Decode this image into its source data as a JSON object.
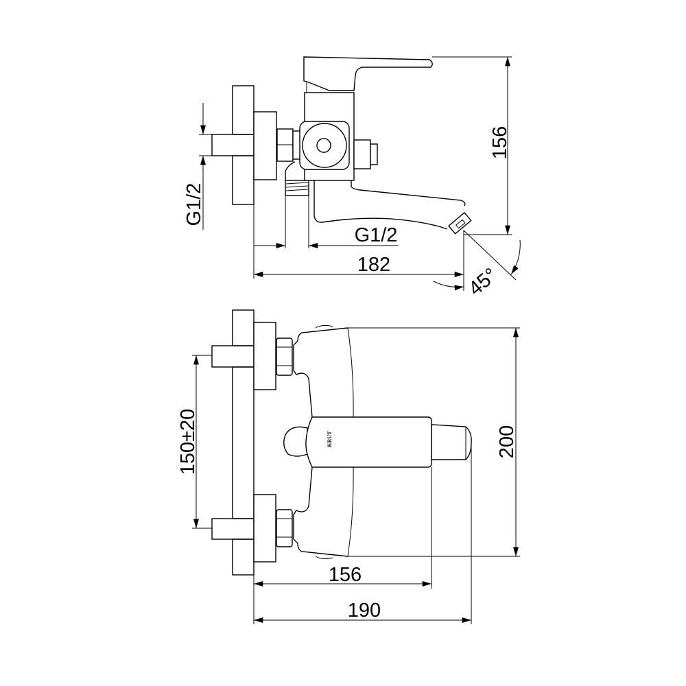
{
  "drawing": {
    "side_view": {
      "thread_inlet_label": "G1/2",
      "thread_outlet_label": "G1/2",
      "length_label": "182",
      "height_label": "156",
      "angle_label": "45°"
    },
    "top_view": {
      "center_distance_label": "150±20",
      "height_label": "200",
      "handle_depth_label": "156",
      "total_depth_label": "190",
      "logo_text": "KRUT"
    },
    "colors": {
      "line": "#000000",
      "background": "#ffffff"
    }
  }
}
